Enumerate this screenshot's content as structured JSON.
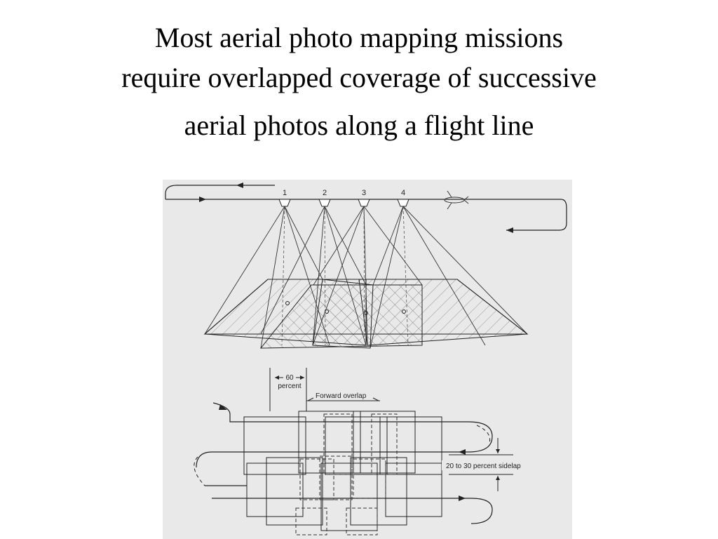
{
  "slide": {
    "title_lines": [
      "Most aerial photo mapping missions",
      "require overlapped coverage of successive",
      "aerial photos along a flight line"
    ]
  },
  "diagram": {
    "exposure_stations": [
      "1",
      "2",
      "3",
      "4"
    ],
    "forward_spacing_label": "60",
    "forward_spacing_unit": "percent",
    "forward_overlap_label": "Forward overlap",
    "sidelap_label": "20 to 30 percent sidelap"
  },
  "colors": {
    "background": "#ffffff",
    "figure_background": "#e9e9e9",
    "ink": "#222222"
  }
}
